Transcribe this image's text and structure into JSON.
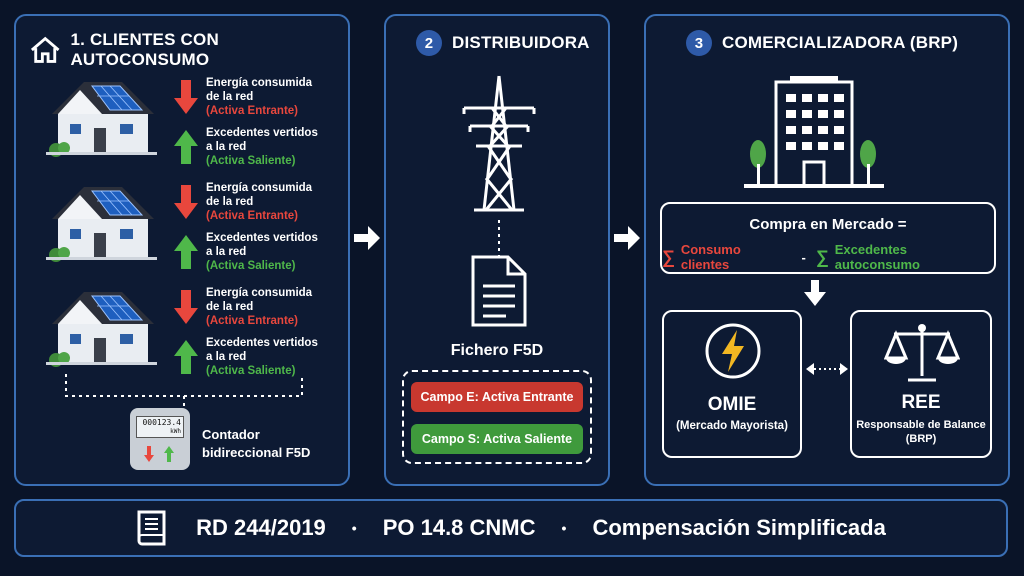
{
  "panel1": {
    "title": "1. CLIENTES CON AUTOCONSUMO",
    "rows": [
      {
        "in_label_1": "Energía consumida",
        "in_label_2": "de la red",
        "in_sub": "(Activa Entrante)",
        "out_label_1": "Excedentes vertidos",
        "out_label_2": "a la red",
        "out_sub": "(Activa Saliente)"
      },
      {
        "in_label_1": "Energía consumida",
        "in_label_2": "de la red",
        "in_sub": "(Activa Entrante)",
        "out_label_1": "Excedentes vertidos",
        "out_label_2": "a la red",
        "out_sub": "(Activa Saliente)"
      },
      {
        "in_label_1": "Energía consumida",
        "in_label_2": "de la red",
        "in_sub": "(Activa Entrante)",
        "out_label_1": "Excedentes vertidos",
        "out_label_2": "a la red",
        "out_sub": "(Activa Saliente)"
      }
    ],
    "meter_reading": "000123.4",
    "meter_unit": "kWh",
    "meter_label_1": "Contador",
    "meter_label_2": "bidireccional F5D"
  },
  "panel2": {
    "number": "2",
    "title": "DISTRIBUIDORA",
    "file_label": "Fichero F5D",
    "field_e": "Campo E: Activa Entrante",
    "field_s": "Campo S: Activa Saliente"
  },
  "panel3": {
    "number": "3",
    "title": "COMERCIALIZADORA (BRP)",
    "formula_title": "Compra en Mercado =",
    "sigma": "∑",
    "term1": "Consumo clientes",
    "minus": "-",
    "term2": "Excedentes autoconsumo",
    "omie_title": "OMIE",
    "omie_sub": "(Mercado Mayorista)",
    "ree_title": "REE",
    "ree_sub_1": "Responsable de Balance",
    "ree_sub_2": "(BRP)"
  },
  "footer": {
    "item1": "RD 244/2019",
    "sep": "•",
    "item2": "PO 14.8 CNMC",
    "item3": "Compensación Simplificada"
  },
  "colors": {
    "accent": "#3a6fb5",
    "red": "#e8473d",
    "green": "#4fb84a",
    "field_red": "#c8382f",
    "field_green": "#3f9a3c"
  }
}
